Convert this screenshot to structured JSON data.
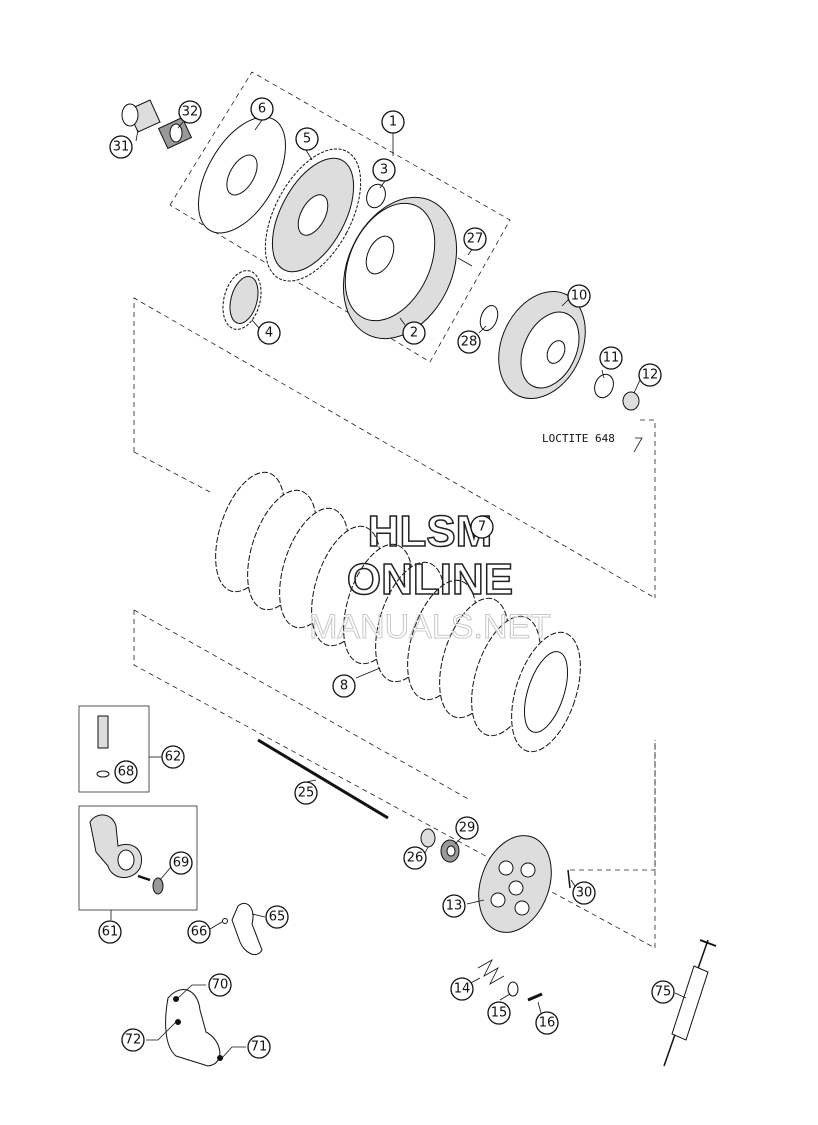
{
  "callouts": {
    "c1": "1",
    "c2": "2",
    "c3": "3",
    "c4": "4",
    "c5": "5",
    "c6": "6",
    "c7": "7",
    "c8": "8",
    "c10": "10",
    "c11": "11",
    "c12": "12",
    "c13": "13",
    "c14": "14",
    "c15": "15",
    "c16": "16",
    "c25": "25",
    "c26": "26",
    "c27": "27",
    "c28": "28",
    "c29": "29",
    "c30": "30",
    "c31": "31",
    "c32": "32",
    "c61": "61",
    "c62": "62",
    "c65": "65",
    "c66": "66",
    "c68": "68",
    "c69": "69",
    "c70": "70",
    "c71": "71",
    "c72": "72",
    "c75": "75"
  },
  "annotations": {
    "loctite": "LOCTITE 648"
  },
  "watermark": {
    "line1": "HLSM",
    "line2": "ONLINE",
    "line3": "MANUALS.NET"
  }
}
